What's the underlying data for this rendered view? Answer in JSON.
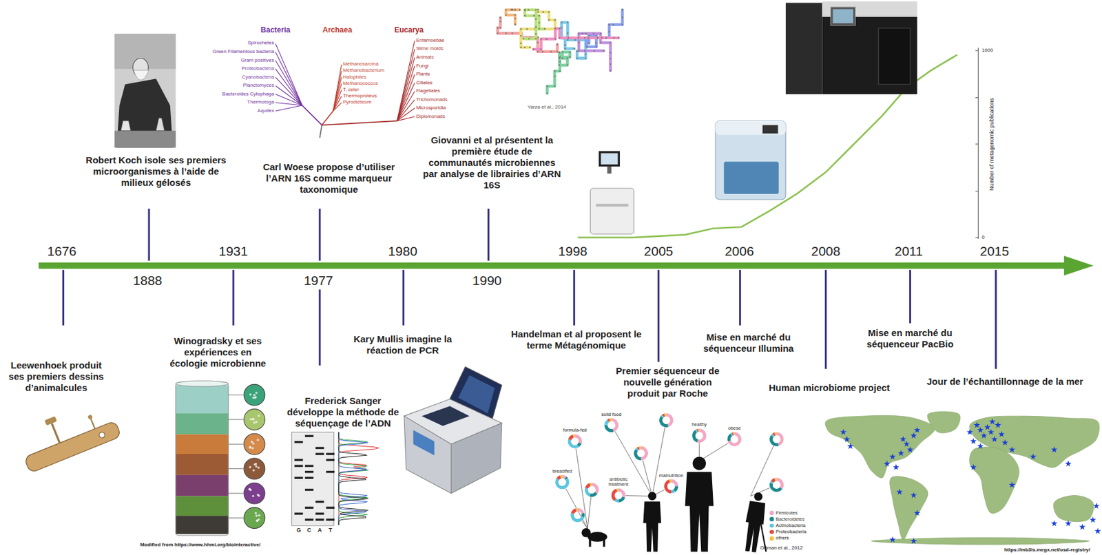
{
  "diagram": {
    "labels": [
      "1676",
      "1888",
      "1931",
      "1977",
      "1980",
      "1990",
      "1998",
      "2005",
      "2006",
      "2008",
      "2011",
      "2015",
      "Robert Koch isole ses premiers microorganismes à l’aide de milieux gélosés",
      "Carl Woese propose d’utiliser l’ARN 16S comme marqueur taxonomique",
      "Giovanni et al présentent la première étude de communautés microbiennes par analyse de librairies d’ARN 16S",
      "Leewenhoek produit ses premiers dessins d’animalcules",
      "Winogradsky et ses expériences en écologie microbienne",
      "Frederick Sanger développe la méthode de séquençage de l’ADN",
      "Kary Mullis imagine la réaction de PCR",
      "Handelman et al proposent le terme Métagénomique",
      "Premier séquenceur de nouvelle génération produit par Roche",
      "Mise en marché du séquenceur Illumina",
      "Human microbiome project",
      "Mise en marché du séquenceur PacBio",
      "Jour de l’échantillonnage de la mer",
      "Bacteria",
      "Archaea",
      "Eucarya",
      "Yarza et al., 2014",
      "Number of metagenomic publications",
      "1000",
      "0",
      "Modified from https://www.hhmi.org/biointeractive/",
      "Ottman et al., 2012",
      "https://mb3is.megx.net/osd-registry/",
      "Spirochetes",
      "Green Filamentous bacteria",
      "Gram positives",
      "Proteobacteria",
      "Cyanobacteria",
      "Planctomyces",
      "Bacteroides Cytophaga",
      "Thermotoga",
      "Aquifex",
      "Methanosarcina",
      "Methanobacterium",
      "Halophiles",
      "Methanococcus",
      "T. celer",
      "Thermoproteus",
      "Pyrodicticum",
      "Entamoebae",
      "Slime molds",
      "Animals",
      "Fungi",
      "Plants",
      "Ciliates",
      "Flagellates",
      "Trichomonads",
      "Microsporidia",
      "Diplomonads",
      "G",
      "C",
      "A",
      "T",
      "formula-fed",
      "breastfed",
      "solid food",
      "antibiotic treatment",
      "malnutrition",
      "healthy",
      "obese"
    ],
    "legend": [
      {
        "text": "Firmicutes",
        "color": "#f4a7c3"
      },
      {
        "text": "Bacteroidetes",
        "color": "#1b8a8f"
      },
      {
        "text": "Actinobacteria",
        "color": "#5cc6e0"
      },
      {
        "text": "Proteobacteria",
        "color": "#e8473f"
      },
      {
        "text": "others",
        "color": "#f3c443"
      }
    ]
  }
}
